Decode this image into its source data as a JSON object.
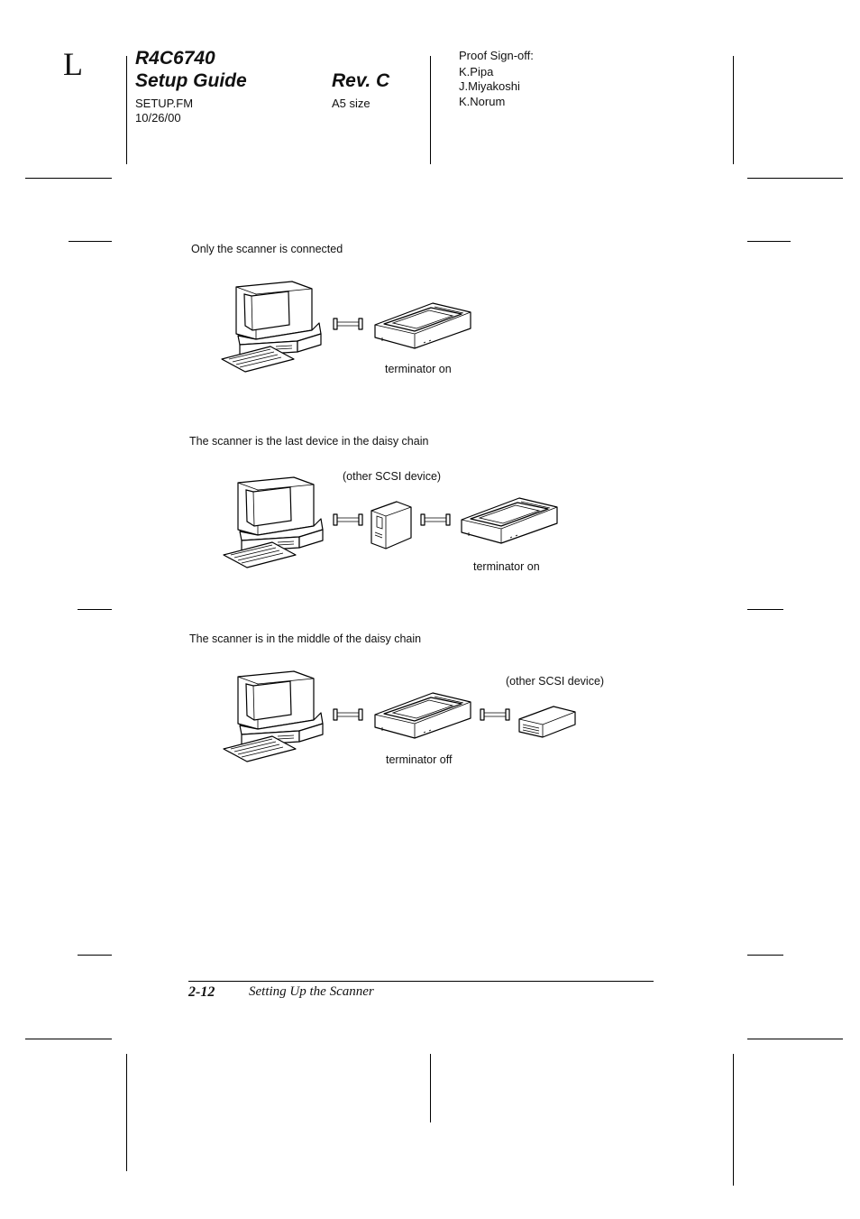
{
  "header": {
    "corner_letter": "L",
    "model": "R4C6740",
    "guide": "Setup Guide",
    "revision": "Rev. C",
    "file": "SETUP.FM",
    "date": "10/26/00",
    "size": "A5 size",
    "proof_label": "Proof Sign-off:",
    "signoffs": [
      "K.Pipa",
      "J.Miyakoshi",
      "K.Norum"
    ]
  },
  "diagrams": [
    {
      "caption": "Only the scanner is connected",
      "labels": [
        "terminator on"
      ]
    },
    {
      "caption": "The scanner is the last device in the daisy chain",
      "labels": [
        "(other SCSI device)",
        "terminator on"
      ]
    },
    {
      "caption": "The scanner is in the middle of the daisy chain",
      "labels": [
        "(other SCSI device)",
        "terminator off"
      ]
    }
  ],
  "footer": {
    "page_number": "2-12",
    "section_title": "Setting Up the Scanner"
  },
  "icons": [
    "computer-icon",
    "cable-icon",
    "scanner-icon",
    "tower-device-icon",
    "desktop-device-icon"
  ]
}
